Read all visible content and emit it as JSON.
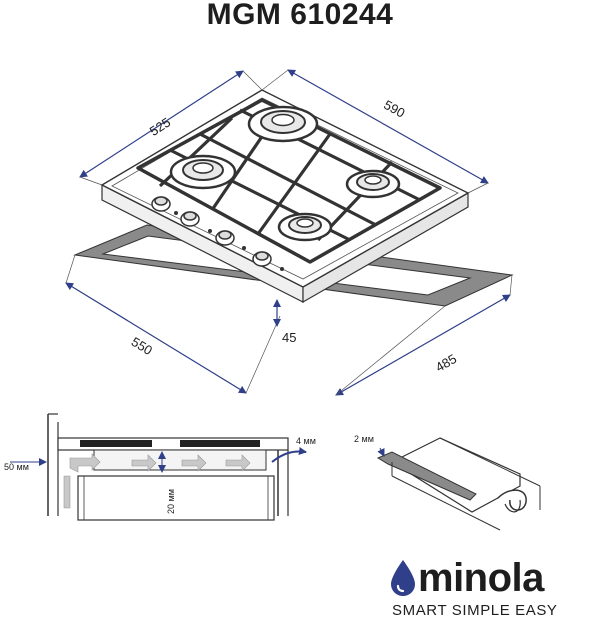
{
  "title": "MGM 610244",
  "dimensions": {
    "top_depth": "525",
    "top_width": "590",
    "cutout_width": "550",
    "cutout_depth": "485",
    "edge_offset": "45"
  },
  "section_view": {
    "gap_left": "50 мм",
    "clearance": "20 мм",
    "gap_right": "4 мм"
  },
  "detail_view": {
    "seal_thickness": "2 мм"
  },
  "brand": {
    "name": "minola",
    "slogan": "SMART SIMPLE EASY",
    "drop_color": "#2f3f8a"
  },
  "colors": {
    "dimension_line": "#2f3f8a",
    "outline": "#333333",
    "gasket": "#7f7f7f",
    "airflow_arrow": "#c8c8c8"
  }
}
